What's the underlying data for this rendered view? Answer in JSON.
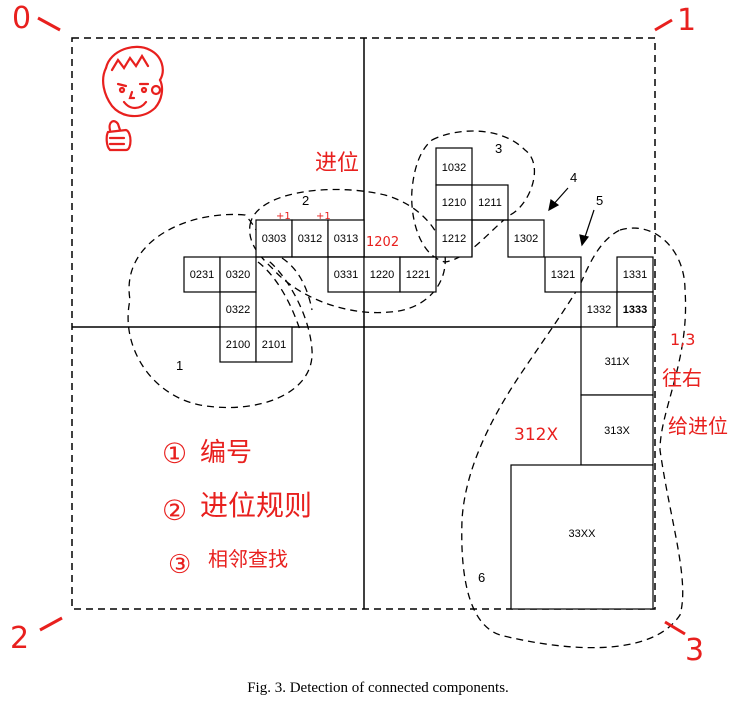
{
  "caption": "Fig. 3. Detection of connected components.",
  "corner_labels": [
    "0",
    "1",
    "2",
    "3"
  ],
  "cells": [
    {
      "label": "0231"
    },
    {
      "label": "0320"
    },
    {
      "label": "0322"
    },
    {
      "label": "2100"
    },
    {
      "label": "2101"
    },
    {
      "label": "0303"
    },
    {
      "label": "0312"
    },
    {
      "label": "0313"
    },
    {
      "label": "0331"
    },
    {
      "label": "1220"
    },
    {
      "label": "1221"
    },
    {
      "label": "1032"
    },
    {
      "label": "1210"
    },
    {
      "label": "1211"
    },
    {
      "label": "1212"
    },
    {
      "label": "1302"
    },
    {
      "label": "1321"
    },
    {
      "label": "1332"
    },
    {
      "label": "1331"
    },
    {
      "label": "1333"
    },
    {
      "label": "311X"
    },
    {
      "label": "313X"
    },
    {
      "label": "33XX"
    }
  ],
  "component_labels": [
    "1",
    "2",
    "3",
    "4",
    "5",
    "6"
  ],
  "annotations": {
    "jinwei_top": "进位",
    "plus_one_a": "+1",
    "plus_one_b": "+1",
    "note_1202": "1202",
    "note_312x": "312X",
    "note_13": "1,3",
    "note_wangxia": "往右",
    "note_jinwei_side": "给进位",
    "list_1_num": "①",
    "list_1_text": "编号",
    "list_2_num": "②",
    "list_2_text": "进位规则",
    "list_3_num": "③",
    "list_3_text": "相邻查找"
  }
}
